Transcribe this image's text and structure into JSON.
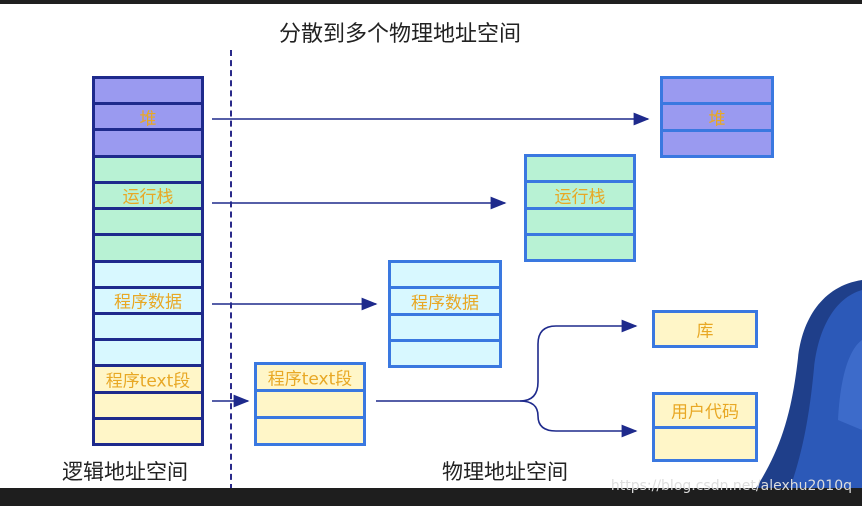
{
  "title": "分散到多个物理地址空间",
  "logical_caption": "逻辑地址空间",
  "physical_caption": "物理地址空间",
  "labels": {
    "heap": "堆",
    "stack": "运行栈",
    "data": "程序数据",
    "text": "程序text段",
    "lib": "库",
    "user_code": "用户代码"
  },
  "watermark": "https://blog.csdn.net/alexhu2010q",
  "colors": {
    "logical_border": "#1e2a8c",
    "physical_border": "#3a78e0",
    "heap": "#9a9af0",
    "stack": "#b8f2d4",
    "data": "#d8f8ff",
    "code": "#fff6c8",
    "label": "#e8a825",
    "arrow": "#1e2a8c"
  }
}
